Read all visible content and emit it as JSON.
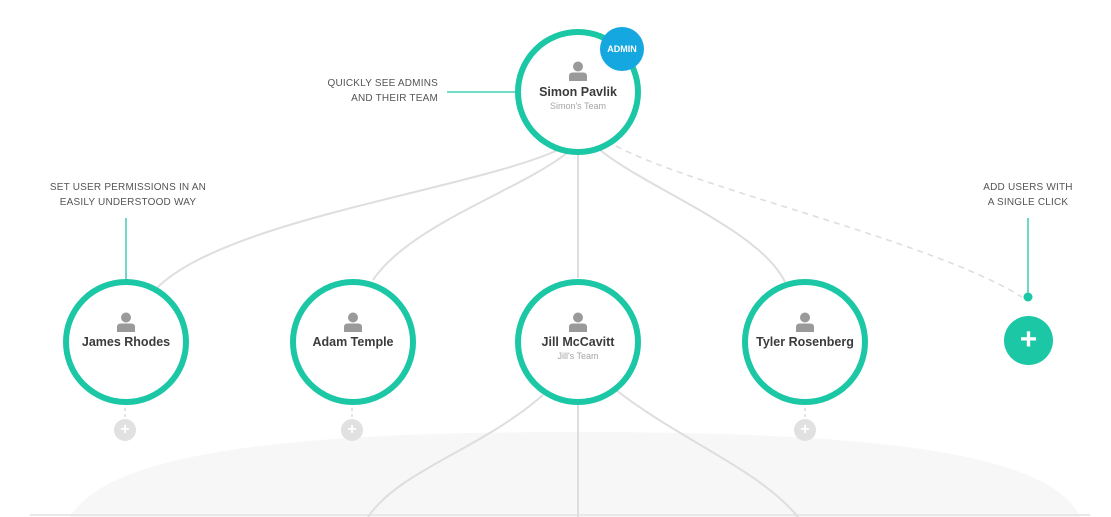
{
  "colors": {
    "node_ring": "#1cc7a6",
    "admin_badge": "#15a7e0",
    "add_button": "#1cc7a6",
    "small_add_button": "#e1e1e1",
    "link_line": "#dedede",
    "callout_line": "#1cc7a6"
  },
  "root": {
    "name": "Simon Pavlik",
    "team": "Simon's Team",
    "badge": "ADMIN",
    "icon": "person-icon"
  },
  "children": [
    {
      "name": "James Rhodes",
      "team": "",
      "icon": "person-icon"
    },
    {
      "name": "Adam Temple",
      "team": "",
      "icon": "person-icon"
    },
    {
      "name": "Jill McCavitt",
      "team": "Jill's Team",
      "icon": "person-icon"
    },
    {
      "name": "Tyler Rosenberg",
      "team": "",
      "icon": "person-icon"
    }
  ],
  "callouts": {
    "admins": [
      "QUICKLY SEE ADMINS",
      "AND THEIR TEAM"
    ],
    "permissions": [
      "SET USER PERMISSIONS IN AN",
      "EASILY UNDERSTOOD WAY"
    ],
    "add_users": [
      "ADD USERS WITH",
      "A SINGLE CLICK"
    ]
  },
  "add_user_button": {
    "symbol": "+",
    "icon": "plus-icon"
  },
  "small_add_buttons": {
    "symbol": "+",
    "icon": "plus-icon"
  }
}
